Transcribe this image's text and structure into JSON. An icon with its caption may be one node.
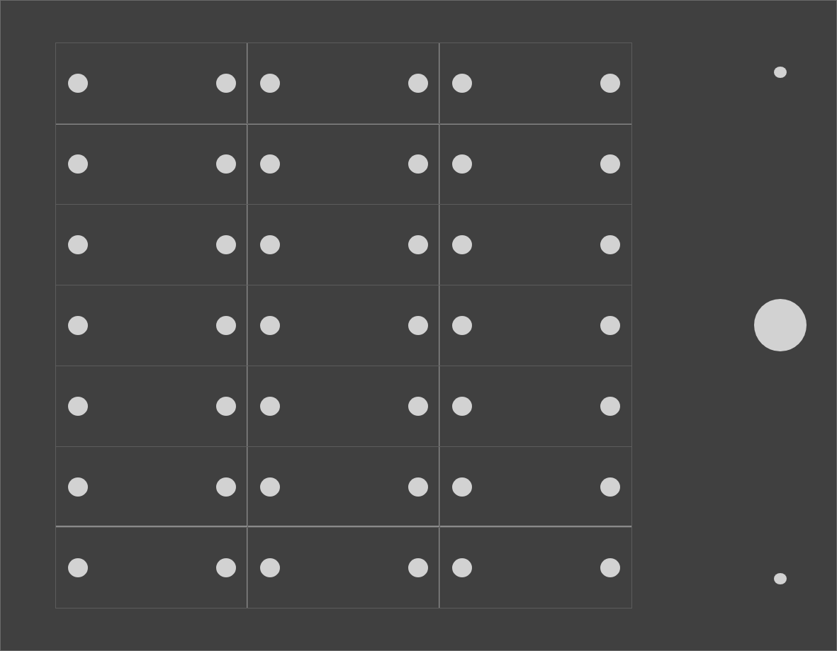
{
  "diagram": {
    "nodes": [
      {
        "text": [],
        "shape": "box"
      },
      {
        "text": [],
        "shape": "box"
      },
      {
        "text": [],
        "shape": "box"
      },
      {
        "text": [],
        "shape": "box"
      },
      {
        "text": [],
        "shape": "box"
      },
      {
        "text": [],
        "shape": "box"
      },
      {
        "text": [],
        "shape": "box"
      },
      {
        "text": [],
        "shape": "box"
      },
      {
        "text": [],
        "shape": "box"
      },
      {
        "text": [],
        "shape": "box"
      },
      {
        "text": [],
        "shape": "box"
      },
      {
        "text": [],
        "shape": "box"
      },
      {
        "text": [],
        "shape": "box"
      },
      {
        "text": [],
        "shape": "box"
      },
      {
        "text": [],
        "shape": "box"
      },
      {
        "text": [],
        "shape": "box"
      },
      {
        "text": [],
        "shape": "box"
      },
      {
        "text": [],
        "shape": "box"
      },
      {
        "text": [],
        "shape": "box"
      },
      {
        "text": [],
        "shape": "box"
      },
      {
        "text": [],
        "shape": "box"
      },
      {
        "text": [],
        "shape": "circle"
      },
      {
        "text": [],
        "shape": "circle"
      },
      {
        "text": [],
        "shape": "circle"
      }
    ]
  }
}
